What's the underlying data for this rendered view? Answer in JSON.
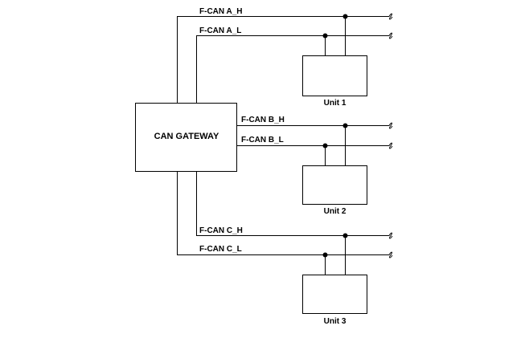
{
  "gateway": {
    "label": "CAN GATEWAY"
  },
  "buses": {
    "a": {
      "high_label": "F-CAN A_H",
      "low_label": "F-CAN A_L"
    },
    "b": {
      "high_label": "F-CAN B_H",
      "low_label": "F-CAN B_L"
    },
    "c": {
      "high_label": "F-CAN C_H",
      "low_label": "F-CAN C_L"
    }
  },
  "units": {
    "unit1": {
      "label": "Unit 1"
    },
    "unit2": {
      "label": "Unit 2"
    },
    "unit3": {
      "label": "Unit 3"
    }
  },
  "colors": {
    "line": "#000000",
    "background": "#ffffff"
  }
}
